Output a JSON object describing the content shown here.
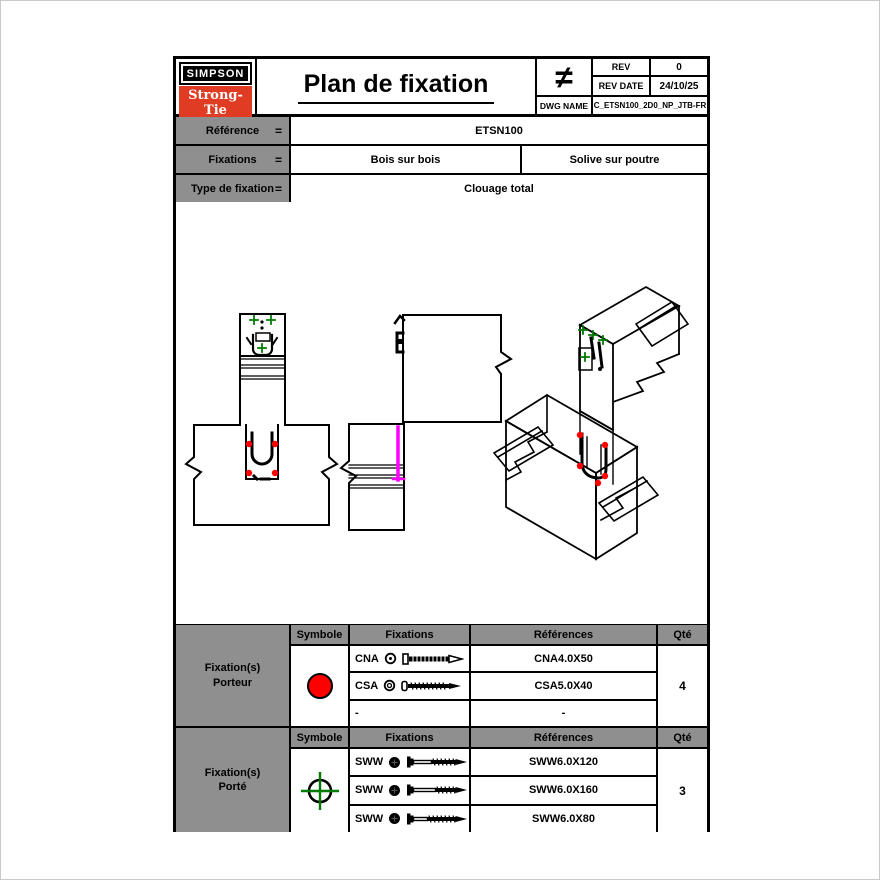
{
  "title_block": {
    "logo_line1": "SIMPSON",
    "logo_line2": "Strong-Tie",
    "title": "Plan de fixation",
    "scale_symbol": "≠",
    "rev_label": "REV",
    "rev_value": "0",
    "rev_date_label": "REV DATE",
    "rev_date_value": "24/10/25",
    "dwg_name_label": "DWG NAME",
    "dwg_name_value": "C_ETSN100_2D0_NP_JTB-FR"
  },
  "info_table": {
    "rows": [
      {
        "label": "Référence",
        "eq": "=",
        "value": "ETSN100"
      },
      {
        "label": "Fixations",
        "eq": "=",
        "value1": "Bois sur bois",
        "value2": "Solive sur poutre"
      },
      {
        "label": "Type de fixation",
        "eq": "=",
        "value": "Clouage total"
      }
    ]
  },
  "fixation_tables": [
    {
      "group_line1": "Fixation(s)",
      "group_line2": "Porteur",
      "col_symbole": "Symbole",
      "col_fixations": "Fixations",
      "col_references": "Références",
      "col_qte": "Qté",
      "symbol_icon": "red-filled-circle",
      "rows": [
        {
          "name": "CNA",
          "head_icon": "nail-head-top-view",
          "shank_icon": "ring-shank-nail",
          "reference": "CNA4.0X50"
        },
        {
          "name": "CSA",
          "head_icon": "screw-head-top-view",
          "shank_icon": "wood-screw",
          "reference": "CSA5.0X40"
        },
        {
          "name": "-",
          "reference": "-"
        }
      ],
      "qty": "4"
    },
    {
      "group_line1": "Fixation(s)",
      "group_line2": "Porté",
      "col_symbole": "Symbole",
      "col_fixations": "Fixations",
      "col_references": "Références",
      "col_qte": "Qté",
      "symbol_icon": "green-crosshair-circle",
      "rows": [
        {
          "name": "SWW",
          "head_icon": "washer-head-top-view",
          "shank_icon": "washer-head-screw",
          "reference": "SWW6.0X120"
        },
        {
          "name": "SWW",
          "head_icon": "washer-head-top-view",
          "shank_icon": "washer-head-screw",
          "reference": "SWW6.0X160"
        },
        {
          "name": "SWW",
          "head_icon": "washer-head-top-view",
          "shank_icon": "washer-head-screw",
          "reference": "SWW6.0X80"
        }
      ],
      "qty": "3"
    }
  ],
  "colors": {
    "porteur_symbol_red": "#ff0000",
    "porte_symbol_green": "#007a00",
    "hidden_line_magenta": "#ff00ff",
    "header_gray": "#8f8f8f",
    "logo_red": "#e03b23"
  }
}
